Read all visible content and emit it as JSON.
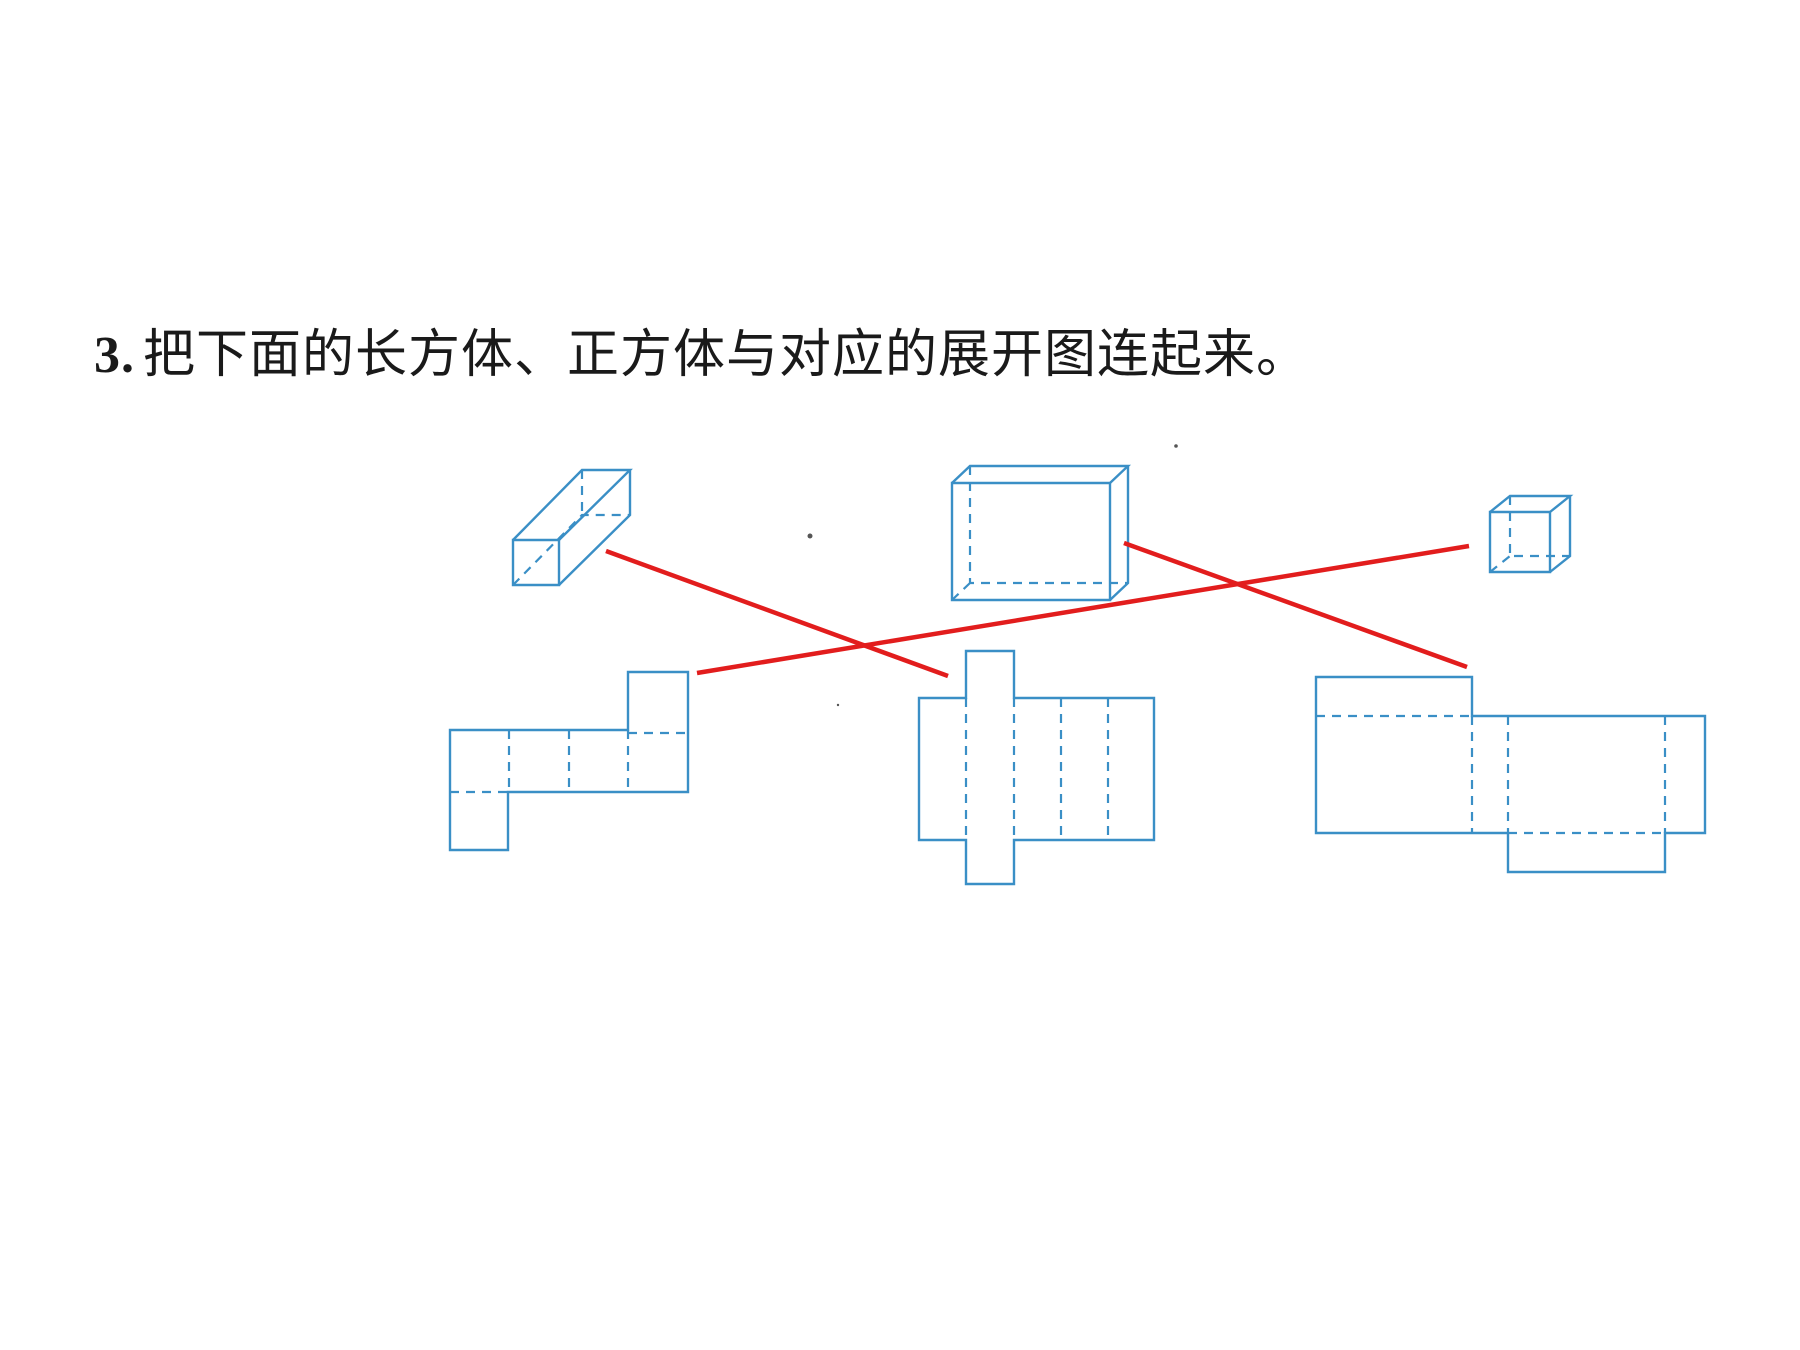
{
  "question": {
    "number": "3.",
    "text": "把下面的长方体、正方体与对应的展开图连起来。"
  },
  "figures": {
    "solids": [
      {
        "name": "long-thin-cuboid"
      },
      {
        "name": "large-cuboid"
      },
      {
        "name": "small-cube"
      }
    ],
    "nets": [
      {
        "name": "cube-net"
      },
      {
        "name": "long-thin-cuboid-net"
      },
      {
        "name": "large-cuboid-net"
      }
    ]
  },
  "connections": [
    {
      "from": "long-thin-cuboid",
      "to": "long-thin-cuboid-net"
    },
    {
      "from": "large-cuboid",
      "to": "large-cuboid-net"
    },
    {
      "from": "small-cube",
      "to": "cube-net"
    }
  ],
  "colors": {
    "figure_line": "#3a8fc6",
    "answer_line": "#e21d1d",
    "text": "#1a1a1a"
  }
}
